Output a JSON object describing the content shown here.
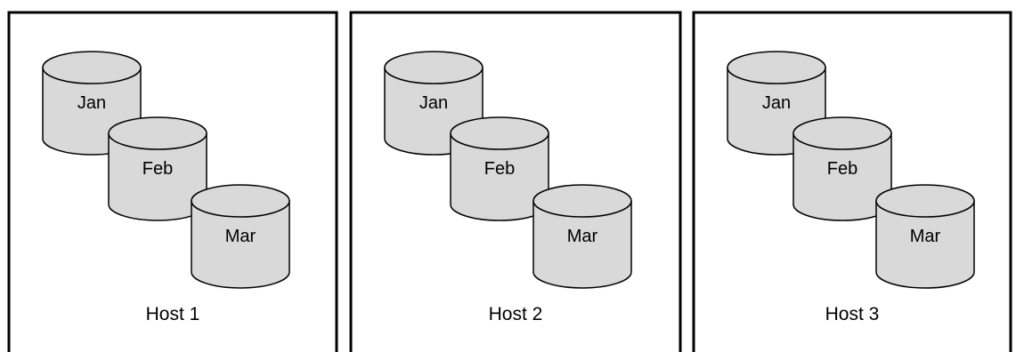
{
  "colors": {
    "cylinder_fill": "#d9d9d9",
    "stroke": "#000000",
    "background": "#ffffff"
  },
  "hosts": [
    {
      "label": "Host 1",
      "databases": [
        "Jan",
        "Feb",
        "Mar"
      ]
    },
    {
      "label": "Host 2",
      "databases": [
        "Jan",
        "Feb",
        "Mar"
      ]
    },
    {
      "label": "Host 3",
      "databases": [
        "Jan",
        "Feb",
        "Mar"
      ]
    }
  ]
}
